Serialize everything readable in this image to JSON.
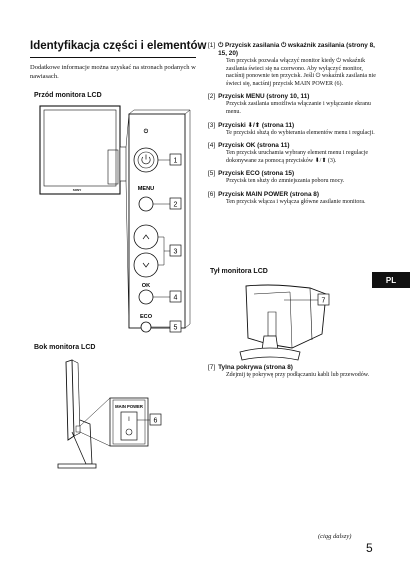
{
  "page": {
    "title": "Identyfikacja części i elementów",
    "intro": "Dodatkowe informacje można uzyskać na stronach podanych w nawiasach.",
    "front_heading": "Przód monitora LCD",
    "side_heading": "Bok monitora LCD",
    "rear_heading": "Tył monitora LCD",
    "lang_tab": "PL",
    "continued": "(ciąg dalszy)",
    "page_number": "5"
  },
  "front_labels": {
    "menu": "MENU",
    "ok": "OK",
    "eco": "ECO",
    "brand": "SONY",
    "callouts": [
      "1",
      "2",
      "3",
      "4",
      "5"
    ]
  },
  "side_labels": {
    "main_power": "MAIN POWER",
    "on": "I",
    "callout": "6"
  },
  "rear_labels": {
    "callout": "7"
  },
  "items": [
    {
      "num": "[1]",
      "title": "⏻ Przycisk zasilania ⏻ wskaźnik zasilania (strony 8, 15, 20)",
      "desc": "Ten przycisk pozwala włączyć monitor kiedy ⏻ wskaźnik zasilania świeci się na czerwono. Aby wyłączyć monitor, naciśnij ponownie ten przycisk. Jeśli ⏻ wskaźnik zasilania nie świeci się, naciśnij przycisk MAIN POWER (6)."
    },
    {
      "num": "[2]",
      "title": "Przycisk MENU (strony 10, 11)",
      "desc": "Przycisk zasilania umożliwia włączanie i wyłączanie ekranu menu."
    },
    {
      "num": "[3]",
      "title": "Przyciski ⬇/⬆ (strona 11)",
      "desc": "Te przyciski służą do wybierania elementów menu i regulacji."
    },
    {
      "num": "[4]",
      "title": "Przycisk OK (strona 11)",
      "desc": "Ten przycisk uruchamia wybrany element menu i regulacje dokonywane za pomocą przycisków ⬇/⬆ (3)."
    },
    {
      "num": "[5]",
      "title": "Przycisk ECO (strona 15)",
      "desc": "Przycisk ten służy do zmniejszania poboru mocy."
    },
    {
      "num": "[6]",
      "title": "Przycisk MAIN POWER (strona 8)",
      "desc": "Ten przycisk włącza i wyłącza główne zasilanie monitora."
    }
  ],
  "rear_item": {
    "num": "[7]",
    "title": "Tylna pokrywa (strona 8)",
    "desc": "Zdejmij tę pokrywę przy podłączaniu kabli lub przewodów."
  }
}
